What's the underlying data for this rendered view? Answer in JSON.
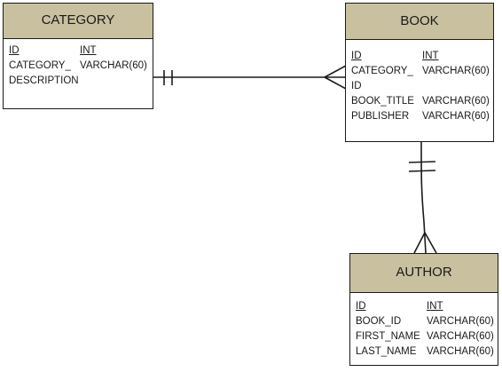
{
  "entities": {
    "category": {
      "title": "CATEGORY",
      "attributes": [
        {
          "name": "ID",
          "type": "INT",
          "pk": true
        },
        {
          "name": "CATEGORY_",
          "type": "VARCHAR(60)",
          "pk": false
        },
        {
          "name": "DESCRIPTION",
          "type": "",
          "pk": false
        }
      ]
    },
    "book": {
      "title": "BOOK",
      "attributes": [
        {
          "name": "ID",
          "type": "INT",
          "pk": true
        },
        {
          "name": "CATEGORY_",
          "type": "VARCHAR(60)",
          "pk": false
        },
        {
          "name": "ID",
          "type": "",
          "pk": false
        },
        {
          "name": "BOOK_TITLE",
          "type": "VARCHAR(60)",
          "pk": false
        },
        {
          "name": "PUBLISHER",
          "type": "VARCHAR(60)",
          "pk": false
        }
      ]
    },
    "author": {
      "title": "AUTHOR",
      "attributes": [
        {
          "name": "ID",
          "type": "INT",
          "pk": true
        },
        {
          "name": "BOOK_ID",
          "type": "VARCHAR(60)",
          "pk": false
        },
        {
          "name": "FIRST_NAME",
          "type": "VARCHAR(60)",
          "pk": false
        },
        {
          "name": "LAST_NAME",
          "type": "VARCHAR(60)",
          "pk": false
        }
      ]
    }
  },
  "relationships": [
    {
      "from": "CATEGORY",
      "to": "BOOK",
      "from_cardinality": "one-and-only-one",
      "to_cardinality": "many"
    },
    {
      "from": "BOOK",
      "to": "AUTHOR",
      "from_cardinality": "one-and-only-one",
      "to_cardinality": "many"
    }
  ],
  "colors": {
    "header_fill": "#c9c0a0",
    "border": "#1a1a1a",
    "text": "#1a1a1a"
  }
}
